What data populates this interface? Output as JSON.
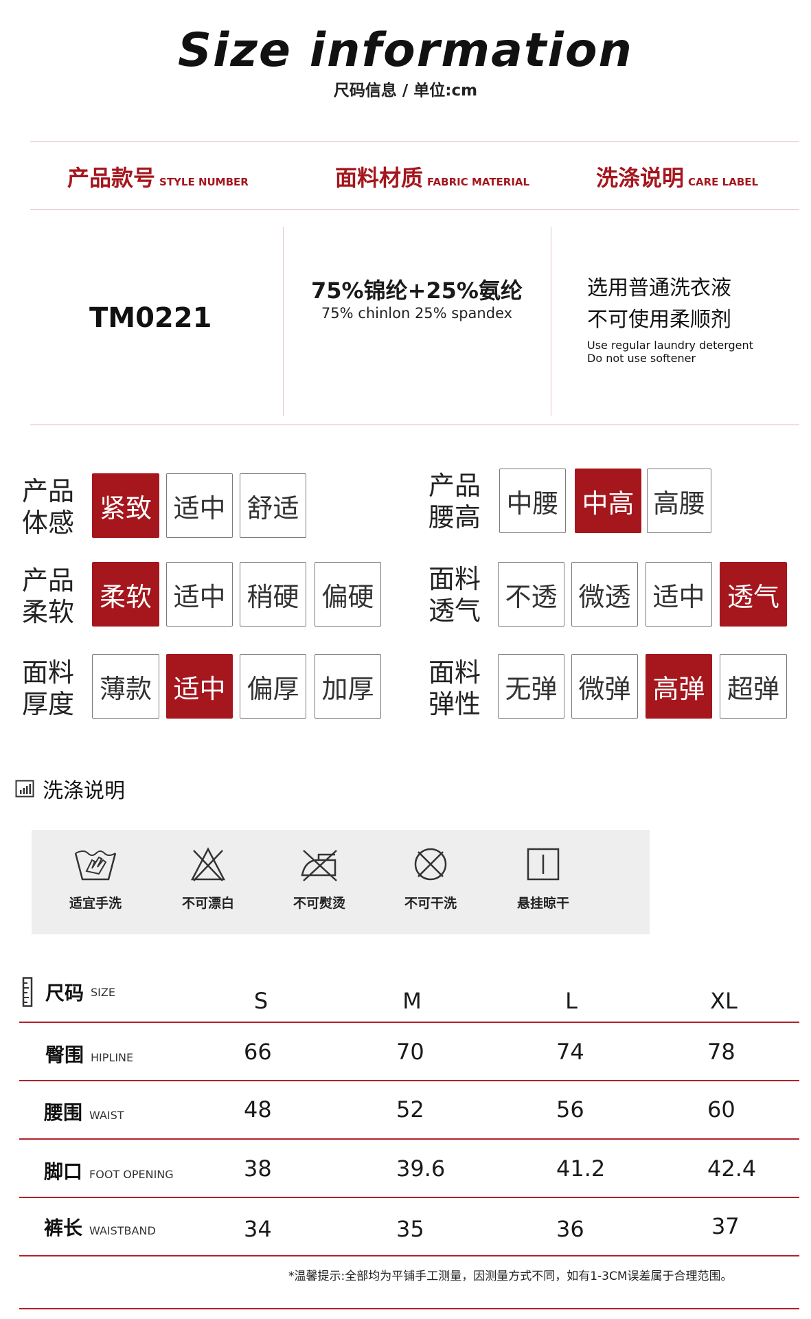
{
  "header": {
    "title": "Size information",
    "subtitle": "尺码信息 / 单位:cm"
  },
  "info_headers": [
    {
      "cn": "产品款号",
      "en": "STYLE NUMBER"
    },
    {
      "cn": "面料材质",
      "en": "FABRIC MATERIAL"
    },
    {
      "cn": "洗涤说明",
      "en": "CARE LABEL"
    }
  ],
  "info_values": {
    "style_number": "TM0221",
    "fabric_cn": "75%锦纶+25%氨纶",
    "fabric_en": "75% chinlon 25% spandex",
    "care_cn_1": "选用普通洗衣液",
    "care_cn_2": "不可使用柔顺剂",
    "care_en_1": "Use regular laundry detergent",
    "care_en_2": "Do not use softener"
  },
  "attributes": [
    {
      "label_1": "产品",
      "label_2": "体感",
      "options": [
        "紧致",
        "适中",
        "舒适"
      ],
      "selected": 0
    },
    {
      "label_1": "产品",
      "label_2": "腰高",
      "options": [
        "中腰",
        "中高",
        "高腰"
      ],
      "selected": 1
    },
    {
      "label_1": "产品",
      "label_2": "柔软",
      "options": [
        "柔软",
        "适中",
        "稍硬",
        "偏硬"
      ],
      "selected": 0
    },
    {
      "label_1": "面料",
      "label_2": "透气",
      "options": [
        "不透",
        "微透",
        "适中",
        "透气"
      ],
      "selected": 3
    },
    {
      "label_1": "面料",
      "label_2": "厚度",
      "options": [
        "薄款",
        "适中",
        "偏厚",
        "加厚"
      ],
      "selected": 1
    },
    {
      "label_1": "面料",
      "label_2": "弹性",
      "options": [
        "无弹",
        "微弹",
        "高弹",
        "超弹"
      ],
      "selected": 2
    }
  ],
  "wash": {
    "title": "洗涤说明",
    "icon": "chart-icon",
    "items": [
      {
        "icon": "hand-wash-icon",
        "label": "适宜手洗"
      },
      {
        "icon": "no-bleach-icon",
        "label": "不可漂白"
      },
      {
        "icon": "no-iron-icon",
        "label": "不可熨烫"
      },
      {
        "icon": "no-dry-clean-icon",
        "label": "不可干洗"
      },
      {
        "icon": "hang-dry-icon",
        "label": "悬挂晾干"
      }
    ]
  },
  "size_table": {
    "header_cn": "尺码",
    "header_en": "SIZE",
    "sizes": [
      "S",
      "M",
      "L",
      "XL"
    ],
    "rows": [
      {
        "cn": "臀围",
        "en": "HIPLINE",
        "values": [
          "66",
          "70",
          "74",
          "78"
        ]
      },
      {
        "cn": "腰围",
        "en": "WAIST",
        "values": [
          "48",
          "52",
          "56",
          "60"
        ]
      },
      {
        "cn": "脚口",
        "en": "FOOT OPENING",
        "values": [
          "38",
          "39.6",
          "41.2",
          "42.4"
        ]
      },
      {
        "cn": "裤长",
        "en": "WAISTBAND",
        "values": [
          "34",
          "35",
          "36",
          "37"
        ]
      }
    ],
    "note": "*温馨提示:全部均为平铺手工测量，因测量方式不同，如有1-3CM误差属于合理范围。"
  },
  "colors": {
    "accent": "#a5161d",
    "panel": "#eeeeee"
  }
}
